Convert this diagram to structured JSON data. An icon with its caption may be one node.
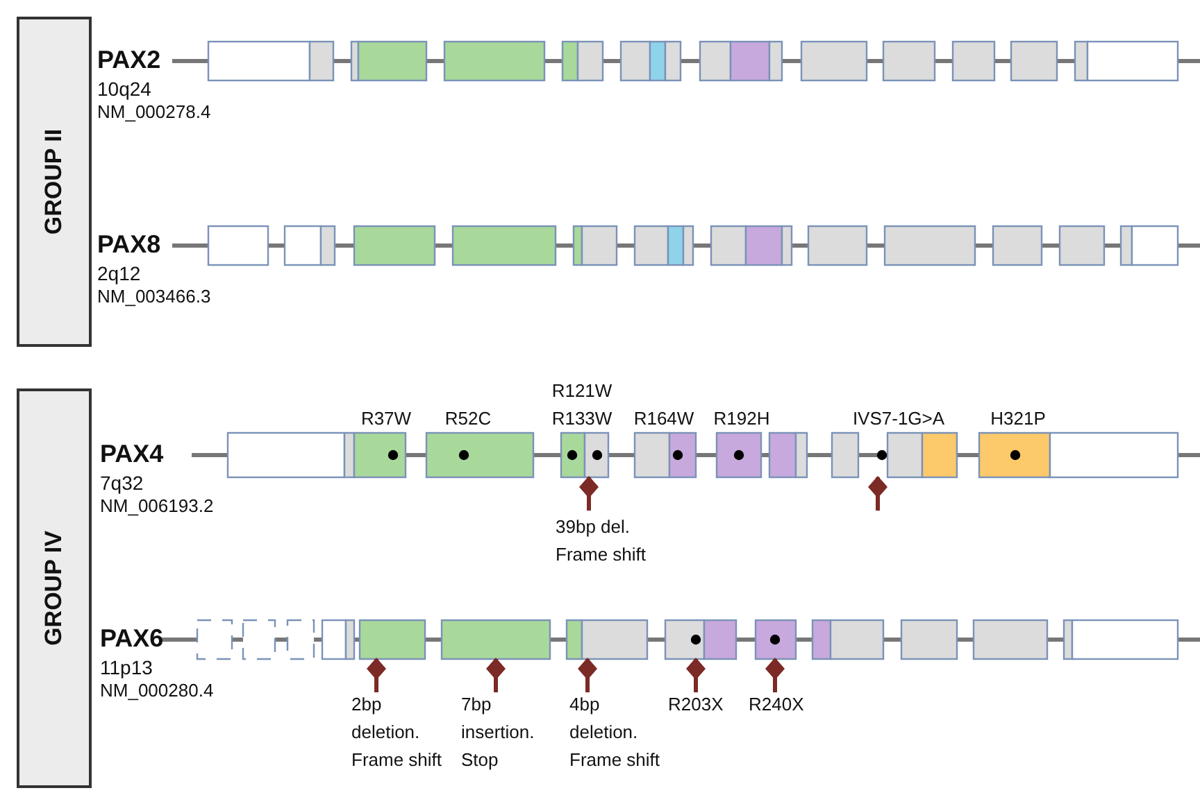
{
  "diagram": {
    "nodes": [
      {
        "text": [
          "GROUP II"
        ]
      },
      {
        "text": [
          "GROUP IV"
        ]
      }
    ],
    "labels": [
      "PAX2",
      "10q24",
      "NM_000278.4",
      "PAX8",
      "2q12",
      "NM_003466.3",
      "R121W",
      "R37W",
      "R52C",
      "R133W",
      "R164W",
      "R192H",
      "IVS7-1G>A",
      "H321P",
      "PAX4",
      "7q32",
      "NM_006193.2",
      "39bp del. Frame shift",
      "PAX6",
      "11p13",
      "NM_000280.4",
      "2bp deletion. Frame shift",
      "7bp insertion. Stop",
      "4bp deletion. Frame shift",
      "R203X",
      "R240X"
    ]
  }
}
